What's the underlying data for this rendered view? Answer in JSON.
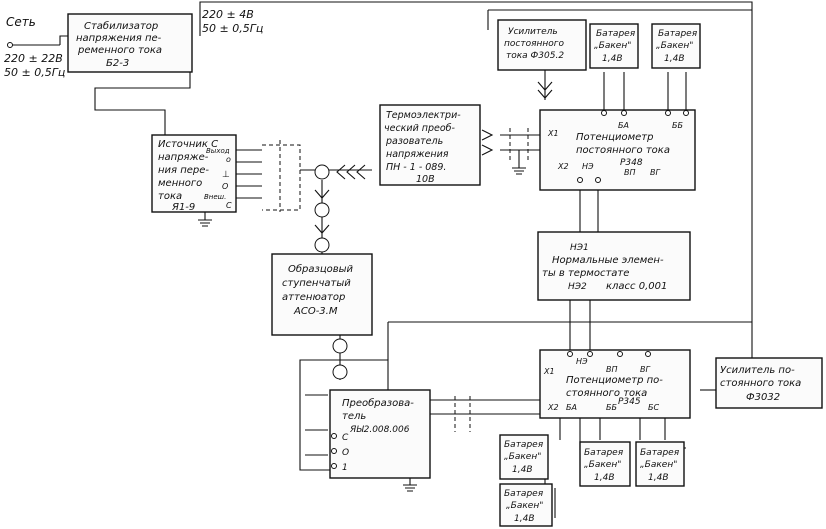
{
  "mains": {
    "label": "Сеть",
    "voltage": "220 ± 22В",
    "frequency": "50 ± 0,5Гц"
  },
  "stabilizer_output": {
    "voltage": "220 ± 4В",
    "frequency": "50 ± 0,5Гц"
  },
  "stabilizer": {
    "lines": [
      "Стабилизатор",
      "напряжения пе-",
      "ременного тока"
    ],
    "model": "Б2-3"
  },
  "dc_amplifier_top": {
    "lines": [
      "Усилитель",
      "постоянного",
      "тока Ф305.2"
    ]
  },
  "batteries_top": [
    {
      "name": "Батарея",
      "type": "„Бакен\"",
      "voltage": "1,4В"
    },
    {
      "name": "Батарея",
      "type": "„Бакен\"",
      "voltage": "1,4В"
    }
  ],
  "ac_source": {
    "lines": [
      "Источник С",
      "напряже-",
      "ния пере-",
      "менного",
      "тока"
    ],
    "model": "Я1-9",
    "terminals": [
      "Выход",
      "о",
      "⊥",
      "О",
      "Внеш.",
      "С"
    ]
  },
  "thermo_converter": {
    "lines": [
      "Термоэлектри-",
      "ческий преоб-",
      "разователь",
      "напряжения",
      "ПН - 1 - 089."
    ],
    "model": "10В"
  },
  "potentiometer_p348": {
    "lines": [
      "Потенциометр",
      "постоянного тока"
    ],
    "model": "Р348",
    "terminals": [
      "X1",
      "X2",
      "НЭ",
      "БА",
      "ББ",
      "ВП",
      "ВГ"
    ]
  },
  "normal_elements": {
    "top_label": "НЭ1",
    "lines": [
      "Нормальные элемен-",
      "ты в термостате"
    ],
    "bottom_label": "НЭ2",
    "class": "класс 0,001"
  },
  "attenuator": {
    "lines": [
      "Образцовый",
      "ступенчатый",
      "аттенюатор"
    ],
    "model": "АСО-3.М"
  },
  "converter": {
    "lines": [
      "Преобразова-",
      "тель"
    ],
    "model": "ЯЫ2.008.006",
    "terminals": [
      "С",
      "О",
      "1"
    ]
  },
  "potentiometer_p345": {
    "lines": [
      "Потенциометр по-",
      "стоянного тока"
    ],
    "model": "Р345",
    "terminals": [
      "X1",
      "X2",
      "НЭ",
      "БА",
      "ББ",
      "БС",
      "ВП",
      "ВГ"
    ]
  },
  "dc_amplifier_right": {
    "lines": [
      "Усилитель по-",
      "стоянного тока"
    ],
    "model": "Ф3032"
  },
  "batteries_bottom": [
    {
      "name": "Батарея",
      "type": "„Бакен\"",
      "voltage": "1,4В"
    },
    {
      "name": "Батарея",
      "type": "„Бакен\"",
      "voltage": "1,4В"
    },
    {
      "name": "Батарея",
      "type": "„Бакен\"",
      "voltage": "1,4В"
    },
    {
      "name": "Батарея",
      "type": "„Бакен\"",
      "voltage": "1,4В"
    }
  ]
}
